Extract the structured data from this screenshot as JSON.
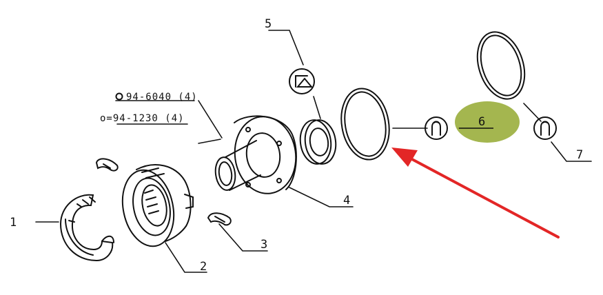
{
  "references": {
    "ref_a": "94-6040 (4)",
    "ref_b": "o=94-1230 (4)"
  },
  "callouts": {
    "c1": "1",
    "c2": "2",
    "c3": "3",
    "c4": "4",
    "c5": "5",
    "c6": "6",
    "c7": "7"
  },
  "colors": {
    "line": "#111111",
    "highlight": "#9aae3c",
    "arrow": "#e32626"
  },
  "icons": [
    "grease-symbol-icon",
    "oil-drop-symbol-icon"
  ]
}
